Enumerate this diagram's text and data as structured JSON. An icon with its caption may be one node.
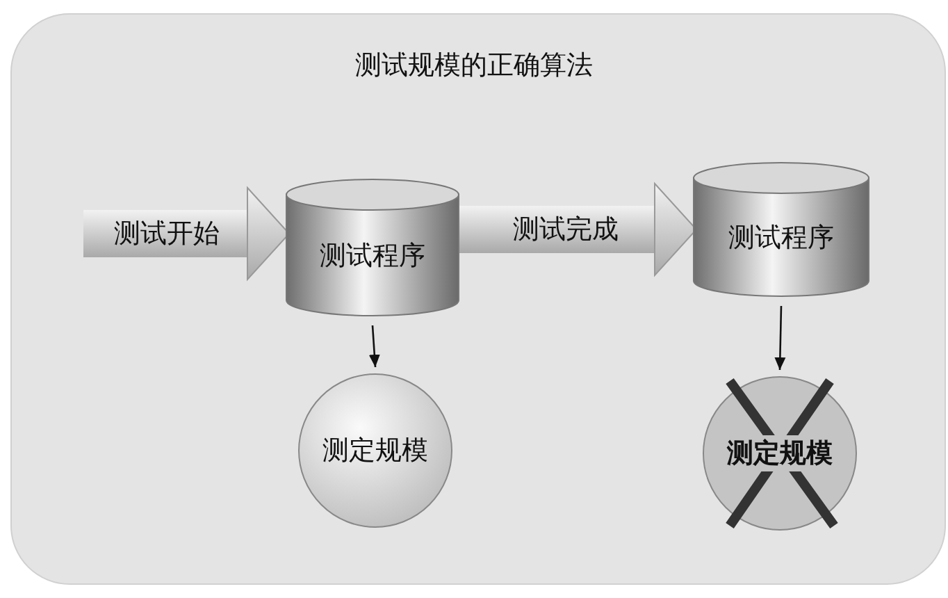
{
  "diagram": {
    "title": "测试规模的正确算法",
    "nodes": [
      {
        "text": [
          "测试程序"
        ]
      },
      {
        "text": [
          "测定规模"
        ]
      },
      {
        "text": [
          "测试程序"
        ]
      },
      {
        "text": [
          "测定规模"
        ]
      }
    ],
    "edges": [
      {
        "from": null,
        "to": 0,
        "arrow": "to",
        "label": "测试开始",
        "style": "thick"
      },
      {
        "from": 0,
        "to": 1,
        "arrow": "to",
        "color": "#111111"
      },
      {
        "from": 0,
        "to": 2,
        "arrow": "to",
        "label": "测试完成",
        "style": "thick"
      },
      {
        "from": 2,
        "to": 3,
        "arrow": "to",
        "color": "#111111"
      }
    ]
  }
}
